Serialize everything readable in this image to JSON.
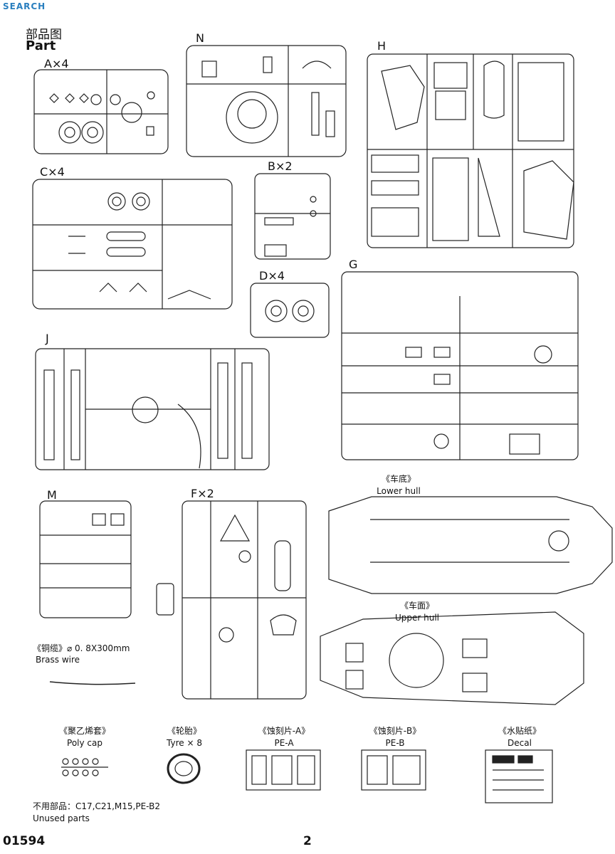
{
  "watermark": "SEARCH",
  "header": {
    "title_zh": "部品图",
    "title_en": "Part"
  },
  "sprues": [
    {
      "id": "A",
      "label": "A×4"
    },
    {
      "id": "N",
      "label": "N"
    },
    {
      "id": "H",
      "label": "H"
    },
    {
      "id": "C",
      "label": "C×4"
    },
    {
      "id": "B",
      "label": "B×2"
    },
    {
      "id": "D",
      "label": "D×4"
    },
    {
      "id": "G",
      "label": "G"
    },
    {
      "id": "J",
      "label": "J"
    },
    {
      "id": "M",
      "label": "M"
    },
    {
      "id": "F",
      "label": "F×2"
    }
  ],
  "hull": {
    "lower_zh": "《车底》",
    "lower_en": "Lower hull",
    "upper_zh": "《车面》",
    "upper_en": "Upper hull"
  },
  "brass_wire": {
    "zh": "《铜缆》⌀ 0. 8X300mm",
    "en": "Brass wire"
  },
  "accessories": [
    {
      "zh": "《聚乙烯套》",
      "en": "Poly cap"
    },
    {
      "zh": "《轮胎》",
      "en": "Tyre × 8"
    },
    {
      "zh": "《蚀刻片-A》",
      "en": "PE-A"
    },
    {
      "zh": "《蚀刻片-B》",
      "en": "PE-B"
    },
    {
      "zh": "《水贴纸》",
      "en": "Decal"
    }
  ],
  "unused": {
    "zh": "不用部品：C17,C21,M15,PE-B2",
    "en": "Unused parts"
  },
  "footer": {
    "code": "01594",
    "page": "2"
  }
}
